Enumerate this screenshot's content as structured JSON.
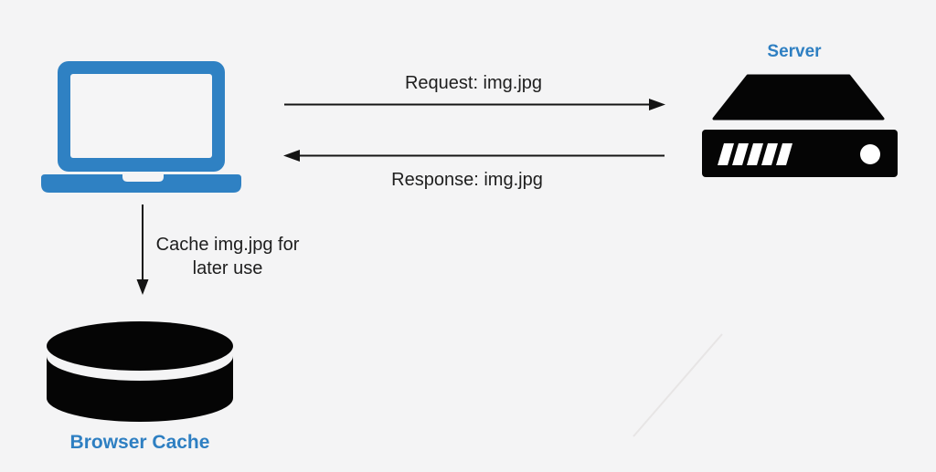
{
  "diagram": {
    "nodes": {
      "browser": {
        "icon": "laptop-icon"
      },
      "server": {
        "label": "Server",
        "icon": "server-icon"
      },
      "browser_cache": {
        "label": "Browser Cache",
        "icon": "database-icon"
      }
    },
    "edges": {
      "request": {
        "label": "Request: img.jpg",
        "from": "browser",
        "to": "server",
        "direction": "right"
      },
      "response": {
        "label": "Response: img.jpg",
        "from": "server",
        "to": "browser",
        "direction": "left"
      },
      "store": {
        "label": "Cache img.jpg for\nlater use",
        "from": "browser",
        "to": "browser_cache",
        "direction": "down"
      }
    },
    "colors": {
      "accent_blue": "#2f81c3",
      "icon_black": "#050505",
      "arrow_black": "#141414",
      "text_dark": "#1e1e1e",
      "background": "#f4f4f5"
    }
  }
}
